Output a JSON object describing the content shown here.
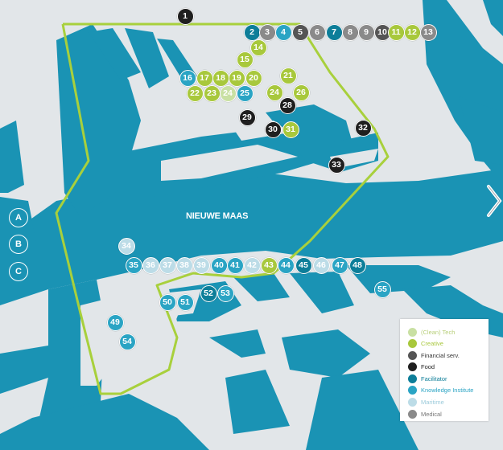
{
  "colors": {
    "clean_tech": "#c9e0a3",
    "creative": "#a8c83c",
    "financial": "#555555",
    "food": "#1f1f1f",
    "facilitator": "#0d7e99",
    "knowledge": "#2aa4c4",
    "maritime": "#bcdce7",
    "medical": "#8a8a8a",
    "water": "#1a93b4",
    "land": "#e2e6e9",
    "boundary": "#a8d03c"
  },
  "river_label": "NIEUWE MAAS",
  "side_buttons": [
    {
      "label": "A"
    },
    {
      "label": "B"
    },
    {
      "label": "C"
    }
  ],
  "markers": [
    {
      "label": "1",
      "category": "food"
    },
    {
      "label": "2",
      "category": "facilitator"
    },
    {
      "label": "3",
      "category": "medical"
    },
    {
      "label": "4",
      "category": "knowledge"
    },
    {
      "label": "5",
      "category": "financial"
    },
    {
      "label": "6",
      "category": "medical"
    },
    {
      "label": "7",
      "category": "facilitator"
    },
    {
      "label": "8",
      "category": "medical"
    },
    {
      "label": "9",
      "category": "medical"
    },
    {
      "label": "10",
      "category": "financial"
    },
    {
      "label": "11",
      "category": "creative"
    },
    {
      "label": "12",
      "category": "creative"
    },
    {
      "label": "13",
      "category": "medical"
    },
    {
      "label": "14",
      "category": "creative"
    },
    {
      "label": "15",
      "category": "creative"
    },
    {
      "label": "16",
      "category": "knowledge"
    },
    {
      "label": "17",
      "category": "creative"
    },
    {
      "label": "18",
      "category": "creative"
    },
    {
      "label": "19",
      "category": "creative"
    },
    {
      "label": "20",
      "category": "creative"
    },
    {
      "label": "21",
      "category": "creative"
    },
    {
      "label": "22",
      "category": "creative"
    },
    {
      "label": "23",
      "category": "creative"
    },
    {
      "label": "24",
      "category": "clean_tech"
    },
    {
      "label": "25",
      "category": "knowledge"
    },
    {
      "label": "24",
      "category": "creative"
    },
    {
      "label": "26",
      "category": "creative"
    },
    {
      "label": "28",
      "category": "food"
    },
    {
      "label": "29",
      "category": "food"
    },
    {
      "label": "30",
      "category": "food"
    },
    {
      "label": "31",
      "category": "creative"
    },
    {
      "label": "32",
      "category": "food"
    },
    {
      "label": "33",
      "category": "food"
    },
    {
      "label": "34",
      "category": "maritime"
    },
    {
      "label": "35",
      "category": "knowledge"
    },
    {
      "label": "36",
      "category": "maritime"
    },
    {
      "label": "37",
      "category": "maritime"
    },
    {
      "label": "38",
      "category": "maritime"
    },
    {
      "label": "39",
      "category": "maritime"
    },
    {
      "label": "40",
      "category": "knowledge"
    },
    {
      "label": "41",
      "category": "knowledge"
    },
    {
      "label": "42",
      "category": "maritime"
    },
    {
      "label": "43",
      "category": "creative"
    },
    {
      "label": "44",
      "category": "knowledge"
    },
    {
      "label": "45",
      "category": "facilitator"
    },
    {
      "label": "46",
      "category": "maritime"
    },
    {
      "label": "47",
      "category": "knowledge"
    },
    {
      "label": "48",
      "category": "facilitator"
    },
    {
      "label": "49",
      "category": "knowledge"
    },
    {
      "label": "50",
      "category": "knowledge"
    },
    {
      "label": "51",
      "category": "knowledge"
    },
    {
      "label": "52",
      "category": "facilitator"
    },
    {
      "label": "53",
      "category": "knowledge"
    },
    {
      "label": "54",
      "category": "knowledge"
    },
    {
      "label": "55",
      "category": "knowledge"
    }
  ],
  "legend": {
    "items": [
      {
        "key": "clean_tech",
        "label": "(Clean) Tech",
        "text_color": "#b8cf7a"
      },
      {
        "key": "creative",
        "label": "Creative",
        "text_color": "#a8c83c"
      },
      {
        "key": "financial",
        "label": "Financial serv.",
        "text_color": "#333333"
      },
      {
        "key": "food",
        "label": "Food",
        "text_color": "#222222"
      },
      {
        "key": "facilitator",
        "label": "Facilitator",
        "text_color": "#0d7e99"
      },
      {
        "key": "knowledge",
        "label": "Knowledge Institute",
        "text_color": "#2aa4c4"
      },
      {
        "key": "maritime",
        "label": "Maritime",
        "text_color": "#9ccbdb"
      },
      {
        "key": "medical",
        "label": "Medical",
        "text_color": "#777777"
      }
    ]
  }
}
